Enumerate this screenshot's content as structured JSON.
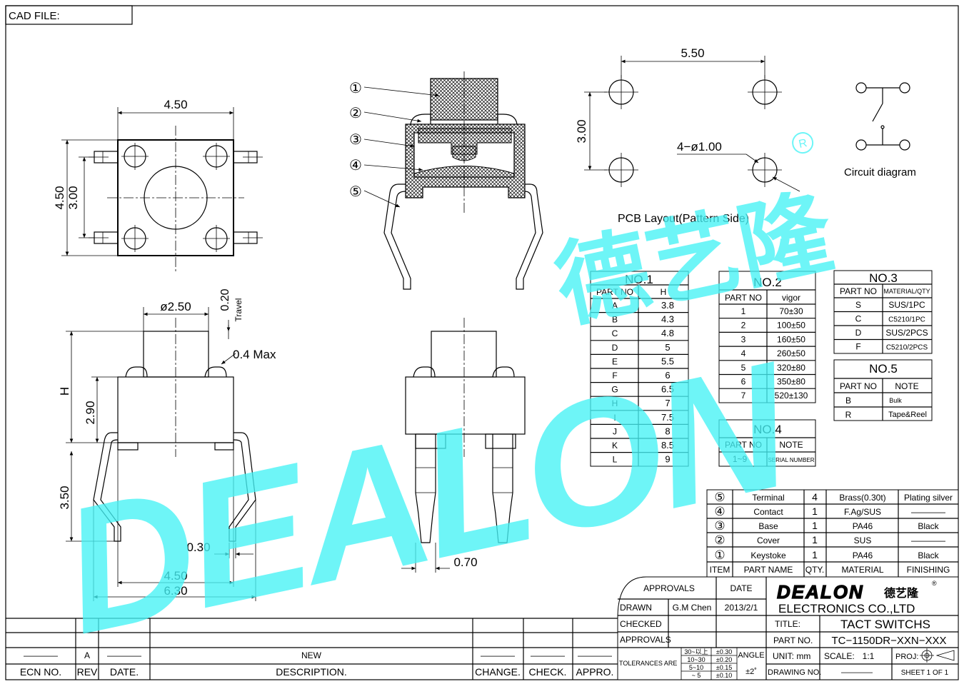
{
  "cad_file_label": "CAD FILE:",
  "top_view": {
    "dim_width": "4.50",
    "dim_height": "4.50",
    "dim_pitch": "3.00"
  },
  "side_view": {
    "dim_diameter": "ø2.50",
    "dim_travel": "0.20",
    "travel_label": "Travel",
    "dim_bump": "0.4  Max",
    "dim_H": "H",
    "dim_body": "2.90",
    "dim_leg": "3.50",
    "dim_pin": "0.30",
    "dim_inner": "4.50",
    "dim_outer": "6.30"
  },
  "front_view": {
    "dim_pin": "0.70"
  },
  "section_callouts": [
    "①",
    "②",
    "③",
    "④",
    "⑤"
  ],
  "pcb_layout": {
    "dim_x": "5.50",
    "dim_y": "3.00",
    "holes": "4−ø1.00",
    "caption": "PCB Layout(Pattern Side)"
  },
  "circuit_caption": "Circuit diagram",
  "watermark": {
    "brand": "DEALON",
    "cn": "德艺隆",
    "mark": "R"
  },
  "table1": {
    "title": "NO.1",
    "headers": [
      "PART  NO",
      "H"
    ],
    "rows": [
      [
        "A",
        "3.8"
      ],
      [
        "B",
        "4.3"
      ],
      [
        "C",
        "4.8"
      ],
      [
        "D",
        "5"
      ],
      [
        "E",
        "5.5"
      ],
      [
        "F",
        "6"
      ],
      [
        "G",
        "6.5"
      ],
      [
        "H",
        "7"
      ],
      [
        "I",
        "7.5"
      ],
      [
        "J",
        "8"
      ],
      [
        "K",
        "8.5"
      ],
      [
        "L",
        "9"
      ]
    ]
  },
  "table2": {
    "title": "NO.2",
    "headers": [
      "PART  NO",
      "vigor"
    ],
    "rows": [
      [
        "1",
        "70±30"
      ],
      [
        "2",
        "100±50"
      ],
      [
        "3",
        "160±50"
      ],
      [
        "4",
        "260±50"
      ],
      [
        "5",
        "320±80"
      ],
      [
        "6",
        "350±80"
      ],
      [
        "7",
        "520±130"
      ]
    ]
  },
  "table3": {
    "title": "NO.3",
    "headers": [
      "PART  NO",
      "MATERIAL/QTY"
    ],
    "rows": [
      [
        "S",
        "SUS/1PC"
      ],
      [
        "C",
        "C5210/1PC"
      ],
      [
        "D",
        "SUS/2PCS"
      ],
      [
        "F",
        "C5210/2PCS"
      ]
    ]
  },
  "table4": {
    "title": "NO.4",
    "headers": [
      "PART  NO",
      "NOTE"
    ],
    "rows": [
      [
        "1~9",
        "SERIAL NUMBER"
      ]
    ]
  },
  "table5": {
    "title": "NO.5",
    "headers": [
      "PART  NO",
      "NOTE"
    ],
    "rows": [
      [
        "B",
        "Bulk"
      ],
      [
        "R",
        "Tape&Reel"
      ]
    ]
  },
  "bom": {
    "rows": [
      [
        "⑤",
        "Terminal",
        "4",
        "Brass(0.30t)",
        "Plating silver"
      ],
      [
        "④",
        "Contact",
        "1",
        "F.Ag/SUS",
        "————"
      ],
      [
        "③",
        "Base",
        "1",
        "PA46",
        "Black"
      ],
      [
        "②",
        "Cover",
        "1",
        "SUS",
        "————"
      ],
      [
        "①",
        "Keystoke",
        "1",
        "PA46",
        "Black"
      ]
    ],
    "headers": [
      "ITEM",
      "PART  NAME",
      "QTY.",
      "MATERIAL",
      "FINISHING"
    ]
  },
  "title_block": {
    "approvals_label": "APPROVALS",
    "date_label": "DATE",
    "drawn_label": "DRAWN",
    "drawn_by": "G.M  Chen",
    "drawn_date": "2013/2/1",
    "checked_label": "CHECKED",
    "approvals2_label": "APPROVALS",
    "company_logo": "DEALON",
    "company_logo_cn": "德艺隆",
    "company": "ELECTRONICS  CO.,LTD",
    "title_label": "TITLE:",
    "title": "TACT  SWITCHS",
    "part_label": "PART  NO.",
    "part_no": "TC−1150DR−XXN−XXX",
    "tolerances_label": "TOLERANCES  ARE",
    "tol_ranges": [
      "30~以上",
      "10~30",
      "5~10",
      "~ 5"
    ],
    "tol_values": [
      "±0.30",
      "±0.20",
      "±0.15",
      "±0.10"
    ],
    "angle_label": "ANGLE",
    "angle_value": "±2˚",
    "unit": "UNIT:  mm",
    "scale_label": "SCALE:",
    "scale": "1:1",
    "proj_label": "PROJ:",
    "drawing_no_label": "DRAWING  NO.",
    "drawing_no": "————",
    "sheet": "SHEET   1  OF  1"
  },
  "revision": {
    "row": [
      "————",
      "A",
      "————",
      "NEW",
      "————",
      "————",
      "————"
    ],
    "headers": [
      "ECN  NO.",
      "REV",
      "DATE.",
      "DESCRIPTION.",
      "CHANGE.",
      "CHECK.",
      "APPRO."
    ]
  }
}
